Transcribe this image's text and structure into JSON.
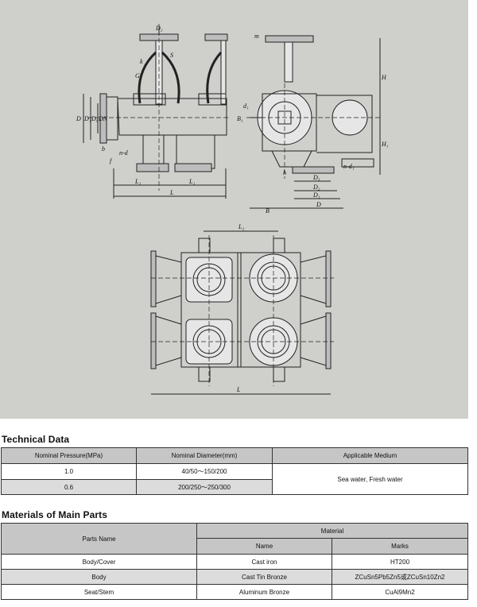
{
  "drawing": {
    "labels": {
      "d2_top": "D₂",
      "m": "m",
      "k": "k",
      "g": "G",
      "s": "S",
      "d": "D",
      "d1": "D₁",
      "d0": "D₀",
      "dn": "DN",
      "b": "b",
      "f": "f",
      "n_d": "n-d",
      "l1_left": "L₁",
      "l1_right": "L₁",
      "l": "L",
      "h": "H",
      "h1": "H₁",
      "h_small": "h",
      "n_d1": "n-d₁",
      "b_right": "B",
      "b1": "B₁",
      "d1_small": "d₁",
      "dim_d3": "D₃",
      "dim_d2": "D₂",
      "dim_d1": "D₁",
      "dim_d": "D",
      "l2": "L₂"
    }
  },
  "technical_data": {
    "title": "Technical Data",
    "headers": [
      "Nominal Pressure(MPa)",
      "Nominal Diameter(mm)",
      "Applicable Medium"
    ],
    "rows": [
      [
        "1.0",
        "40/50～150/200"
      ],
      [
        "0.6",
        "200/250～250/300"
      ]
    ],
    "medium": "Sea water, Fresh water"
  },
  "materials": {
    "title": "Materials of Main Parts",
    "parts_header": "Parts Name",
    "material_header": "Material",
    "name_header": "Name",
    "marks_header": "Marks",
    "rows": [
      [
        "Body/Cover",
        "Cast iron",
        "HT200"
      ],
      [
        "Body",
        "Cast Tin Bronze",
        "ZCuSn5Pb5Zn5或ZCuSn10Zn2"
      ],
      [
        "Seat/Stem",
        "Aluminum Bronze",
        "CuAl9Mn2"
      ]
    ]
  }
}
